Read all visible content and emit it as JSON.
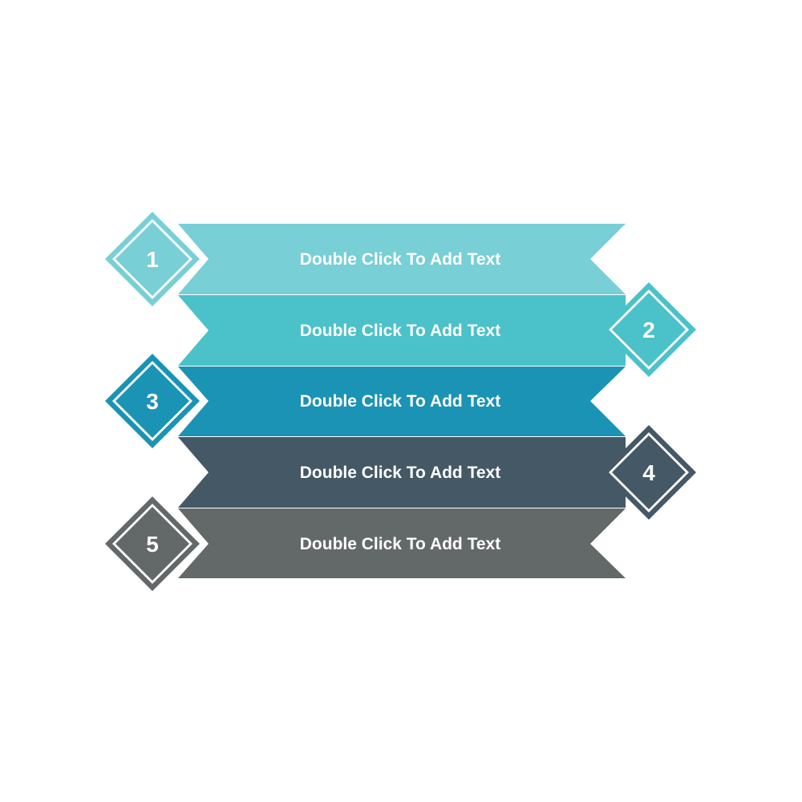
{
  "diagram": {
    "steps": [
      {
        "number": "1",
        "label": "Double Click To Add Text",
        "color": "#78cfd6",
        "badge_side": "left"
      },
      {
        "number": "2",
        "label": "Double Click To Add Text",
        "color": "#4bc1c9",
        "badge_side": "right"
      },
      {
        "number": "3",
        "label": "Double Click To Add Text",
        "color": "#1a93b5",
        "badge_side": "left"
      },
      {
        "number": "4",
        "label": "Double Click To Add Text",
        "color": "#445866",
        "badge_side": "right"
      },
      {
        "number": "5",
        "label": "Double Click To Add Text",
        "color": "#636868",
        "badge_side": "left"
      }
    ]
  }
}
